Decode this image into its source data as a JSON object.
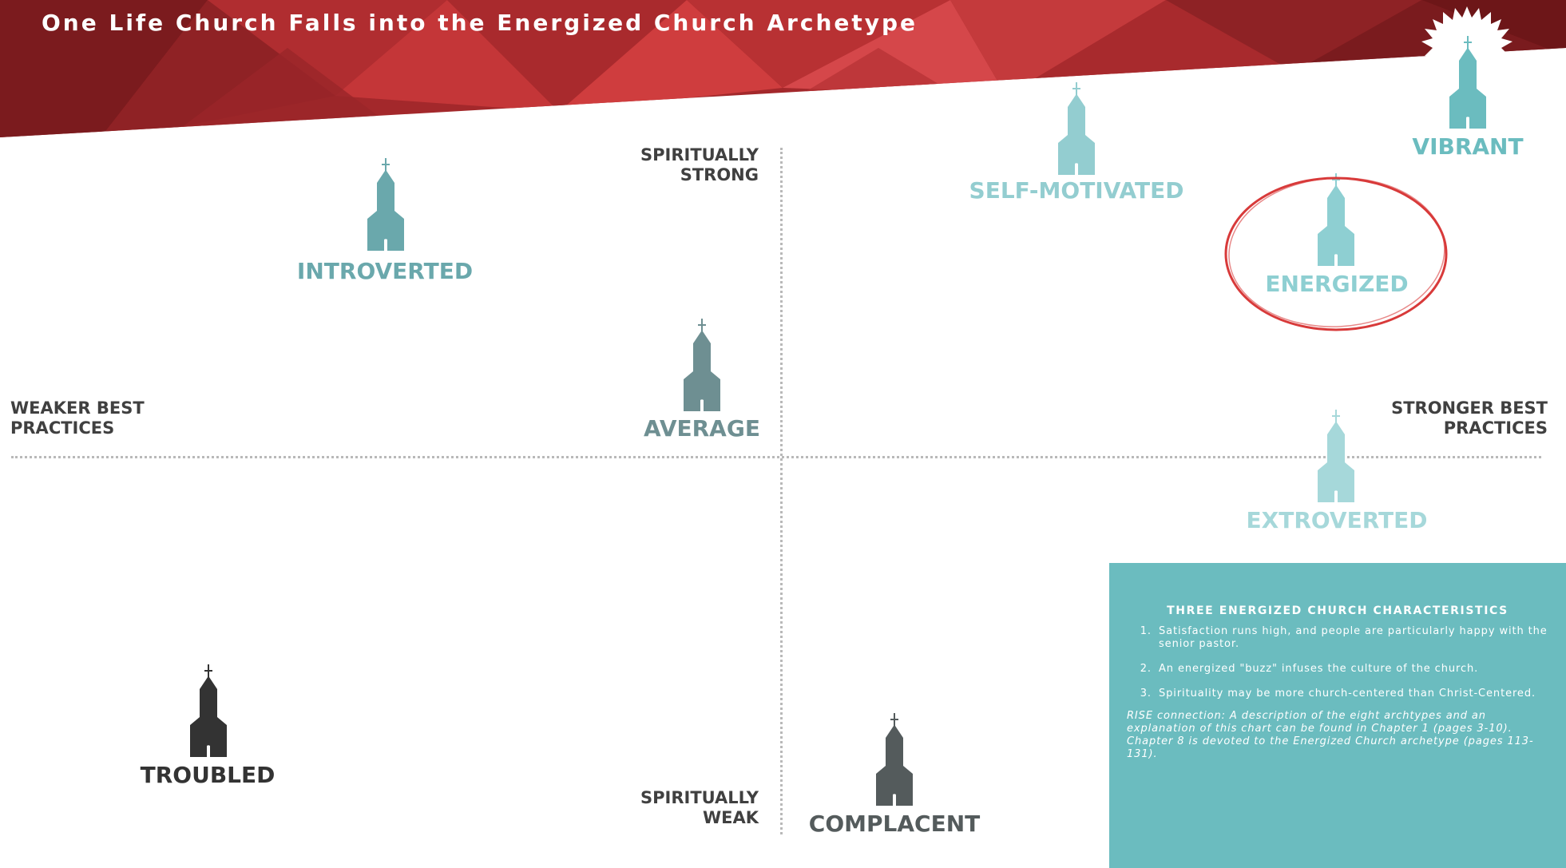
{
  "title": "One Life Church Falls into the Energized Church Archetype",
  "axes": {
    "top": "SPIRITUALLY\nSTRONG",
    "bottom": "SPIRITUALLY\nWEAK",
    "left": "WEAKER BEST\nPRACTICES",
    "right": "STRONGER BEST\nPRACTICES"
  },
  "archetypes": [
    {
      "label": "INTROVERTED",
      "color": "#6aa8ac"
    },
    {
      "label": "AVERAGE",
      "color": "#6e8f92"
    },
    {
      "label": "SELF-MOTIVATED",
      "color": "#93cdd0"
    },
    {
      "label": "VIBRANT",
      "color": "#6bbcbf"
    },
    {
      "label": "ENERGIZED",
      "color": "#8ecfd2"
    },
    {
      "label": "EXTROVERTED",
      "color": "#a6d8da"
    },
    {
      "label": "TROUBLED",
      "color": "#333333"
    },
    {
      "label": "COMPLACENT",
      "color": "#545b5c"
    }
  ],
  "highlight": {
    "archetype": "ENERGIZED",
    "color": "#d83a3a"
  },
  "panel": {
    "title": "THREE ENERGIZED CHURCH CHARACTERISTICS",
    "items": [
      "Satisfaction runs high, and people are particularly happy with the senior pastor.",
      "An energized \"buzz\" infuses the culture of the church.",
      "Spirituality may be more church-centered than Christ-Centered."
    ],
    "note": "RISE connection: A description of the eight archtypes and an explanation of this chart can be found in Chapter 1 (pages 3-10). Chapter 8 is devoted to the Energized Church archetype (pages 113-131).",
    "bg_color": "#6bbcbf"
  },
  "banner_colors": [
    "#7a1a1d",
    "#a4282c",
    "#c73537",
    "#d84a48"
  ]
}
